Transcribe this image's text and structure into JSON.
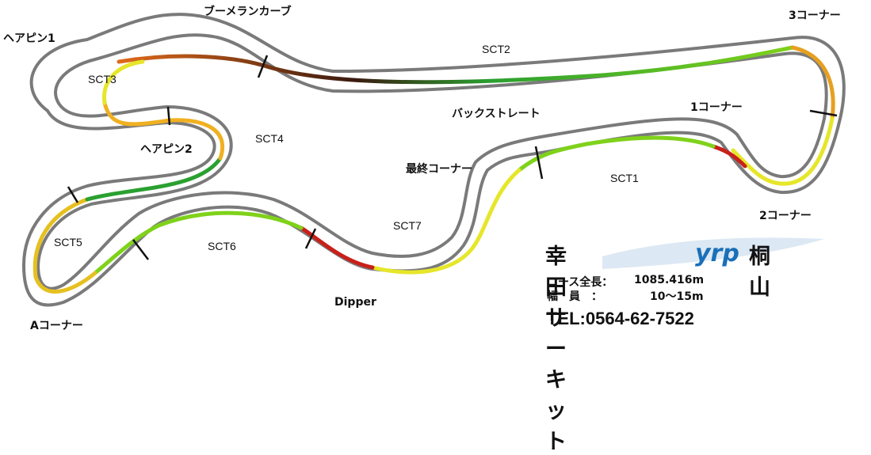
{
  "corners": {
    "hairpin1": "ヘアピン1",
    "boomerang": "ブーメランカーブ",
    "corner3": "3コーナー",
    "hairpin2": "ヘアピン2",
    "back_straight": "バックストレート",
    "corner1": "1コーナー",
    "final_corner": "最終コーナー",
    "corner2": "2コーナー",
    "dipper": "Dipper",
    "corner_a": "Aコーナー"
  },
  "sectors": {
    "sct1": "SCT1",
    "sct2": "SCT2",
    "sct3": "SCT3",
    "sct4": "SCT4",
    "sct5": "SCT5",
    "sct6": "SCT6",
    "sct7": "SCT7"
  },
  "brand": {
    "name": "幸田サーキット",
    "mark": "yrp",
    "location": "桐山",
    "mark_color": "#1a6fb8"
  },
  "specs": {
    "length_label": "コース全長：",
    "length_value": "1085.416m",
    "width_label": "幅　員　：",
    "width_value": "10～15m"
  },
  "tel": "TEL:0564-62-7522",
  "speed_colors": [
    "#1fbf1f",
    "#7fd21a",
    "#e6e62a",
    "#f0b020",
    "#e06a1a",
    "#c8201a",
    "#3a1a10"
  ]
}
